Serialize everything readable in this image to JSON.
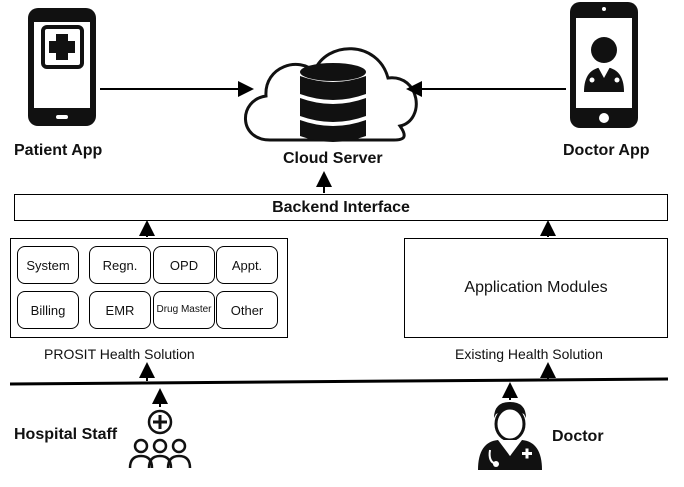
{
  "nodes": {
    "patient_app": "Patient App",
    "doctor_app": "Doctor App",
    "cloud_server": "Cloud Server",
    "backend_interface": "Backend Interface",
    "application_modules": "Application Modules",
    "prosit_label": "PROSIT Health Solution",
    "existing_label": "Existing Health Solution",
    "hospital_staff": "Hospital Staff",
    "doctor": "Doctor"
  },
  "prosit_modules": [
    {
      "label": "System"
    },
    {
      "label": "Regn."
    },
    {
      "label": "OPD"
    },
    {
      "label": "Appt."
    },
    {
      "label": "Billing"
    },
    {
      "label": "EMR"
    },
    {
      "label": "Drug Master"
    },
    {
      "label": "Other"
    }
  ],
  "icons": {
    "patient_app": "phone-medical-cross-icon",
    "doctor_app": "phone-doctor-icon",
    "cloud_server": "cloud-database-icon",
    "hospital_staff": "staff-group-icon",
    "doctor": "doctor-icon"
  }
}
